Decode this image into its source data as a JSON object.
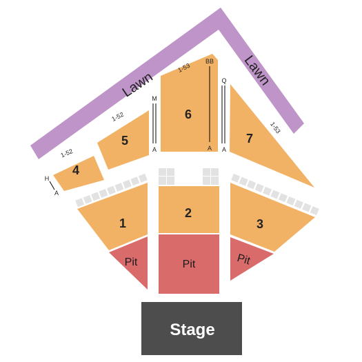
{
  "colors": {
    "lawn": "#bf94c8",
    "section": "#f2b266",
    "pit": "#d96b6b",
    "stage": "#4d4d4d",
    "box": "#e2e2e2"
  },
  "lawn_left": "Lawn",
  "lawn_right": "Lawn",
  "sections": {
    "s1": "1",
    "s2": "2",
    "s3": "3",
    "s4": "4",
    "s5": "5",
    "s6": "6",
    "s7": "7"
  },
  "pits": {
    "left": "Pit",
    "center": "Pit",
    "right": "Pit"
  },
  "stage": "Stage",
  "row_labels": {
    "s4_range": "1-52",
    "s5_range": "1-52",
    "s6_range": "1-53",
    "s7_range": "1-53",
    "s4_top": "H",
    "s4_bottom": "A",
    "s5_top": "M",
    "s5_bottom": "A",
    "s6_top": "BB",
    "s6_bottom": "A",
    "s7_top": "Q",
    "s7_bottom": "A"
  }
}
